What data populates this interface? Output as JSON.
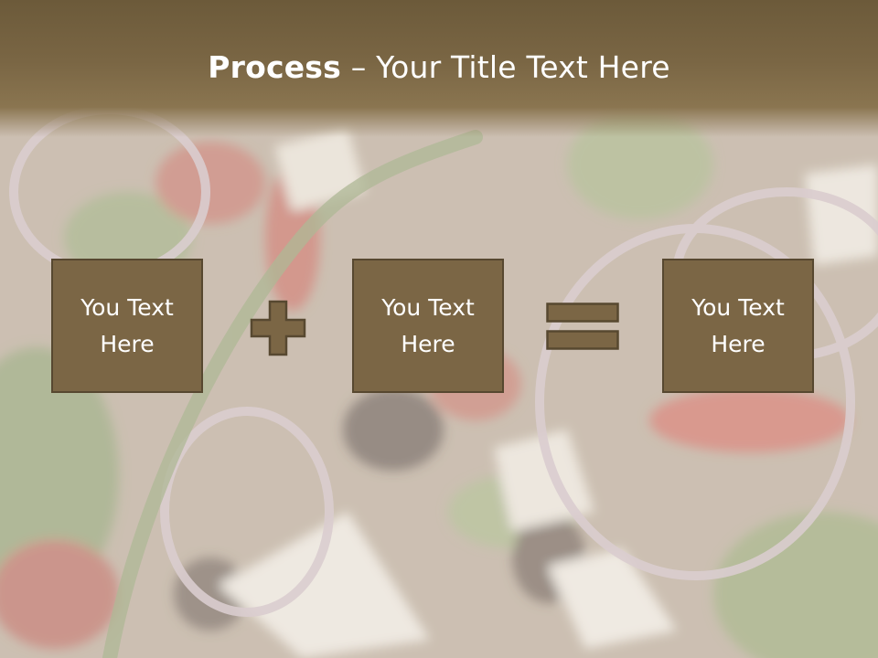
{
  "slide": {
    "title_bold": "Process",
    "title_separator": " – ",
    "title_rest": "Your Title Text Here"
  },
  "process": {
    "boxes": [
      {
        "label": "You Text\nHere"
      },
      {
        "label": "You Text\nHere"
      },
      {
        "label": "You Text\nHere"
      }
    ],
    "operators": [
      "plus-icon",
      "equals-icon"
    ]
  },
  "colors": {
    "header": "#7a6644",
    "box_fill": "#7b6645",
    "box_border": "#574830",
    "text": "#ffffff"
  }
}
